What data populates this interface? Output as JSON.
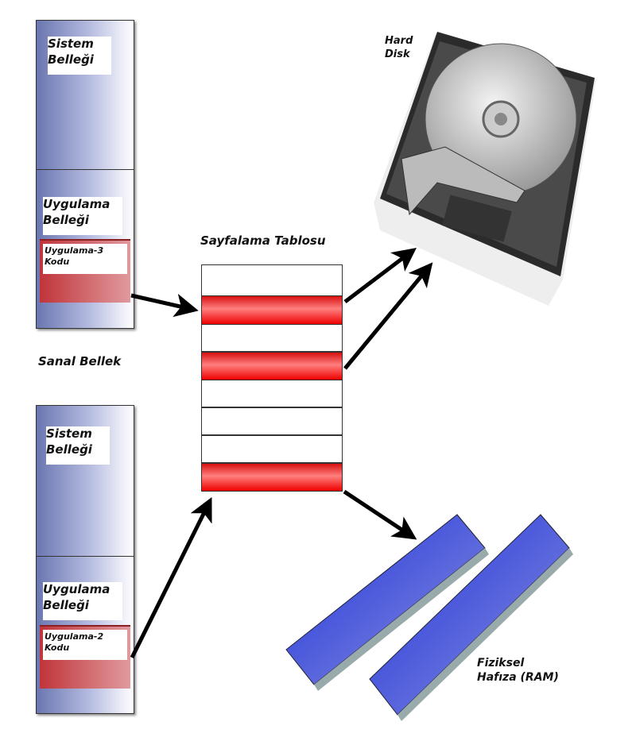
{
  "virtual_memory": {
    "label": "Sanal Bellek",
    "blocks": [
      {
        "system_label": "Sistem Belleği",
        "app_label": "Uygulama Belleği",
        "code_label": "Uygulama-3 Kodu"
      },
      {
        "system_label": "Sistem Belleği",
        "app_label": "Uygulama Belleği",
        "code_label": "Uygulama-2 Kodu"
      }
    ]
  },
  "page_table": {
    "title": "Sayfalama Tablosu",
    "rows": [
      "empty",
      "mapped",
      "empty",
      "mapped",
      "empty",
      "empty",
      "empty",
      "mapped"
    ]
  },
  "hard_disk": {
    "label": "Hard Disk"
  },
  "ram": {
    "label": "Fiziksel Hafıza (RAM)"
  },
  "colors": {
    "mapped": "#e01010",
    "virtual": "#6a76b0",
    "ram": "#2a35d0"
  }
}
